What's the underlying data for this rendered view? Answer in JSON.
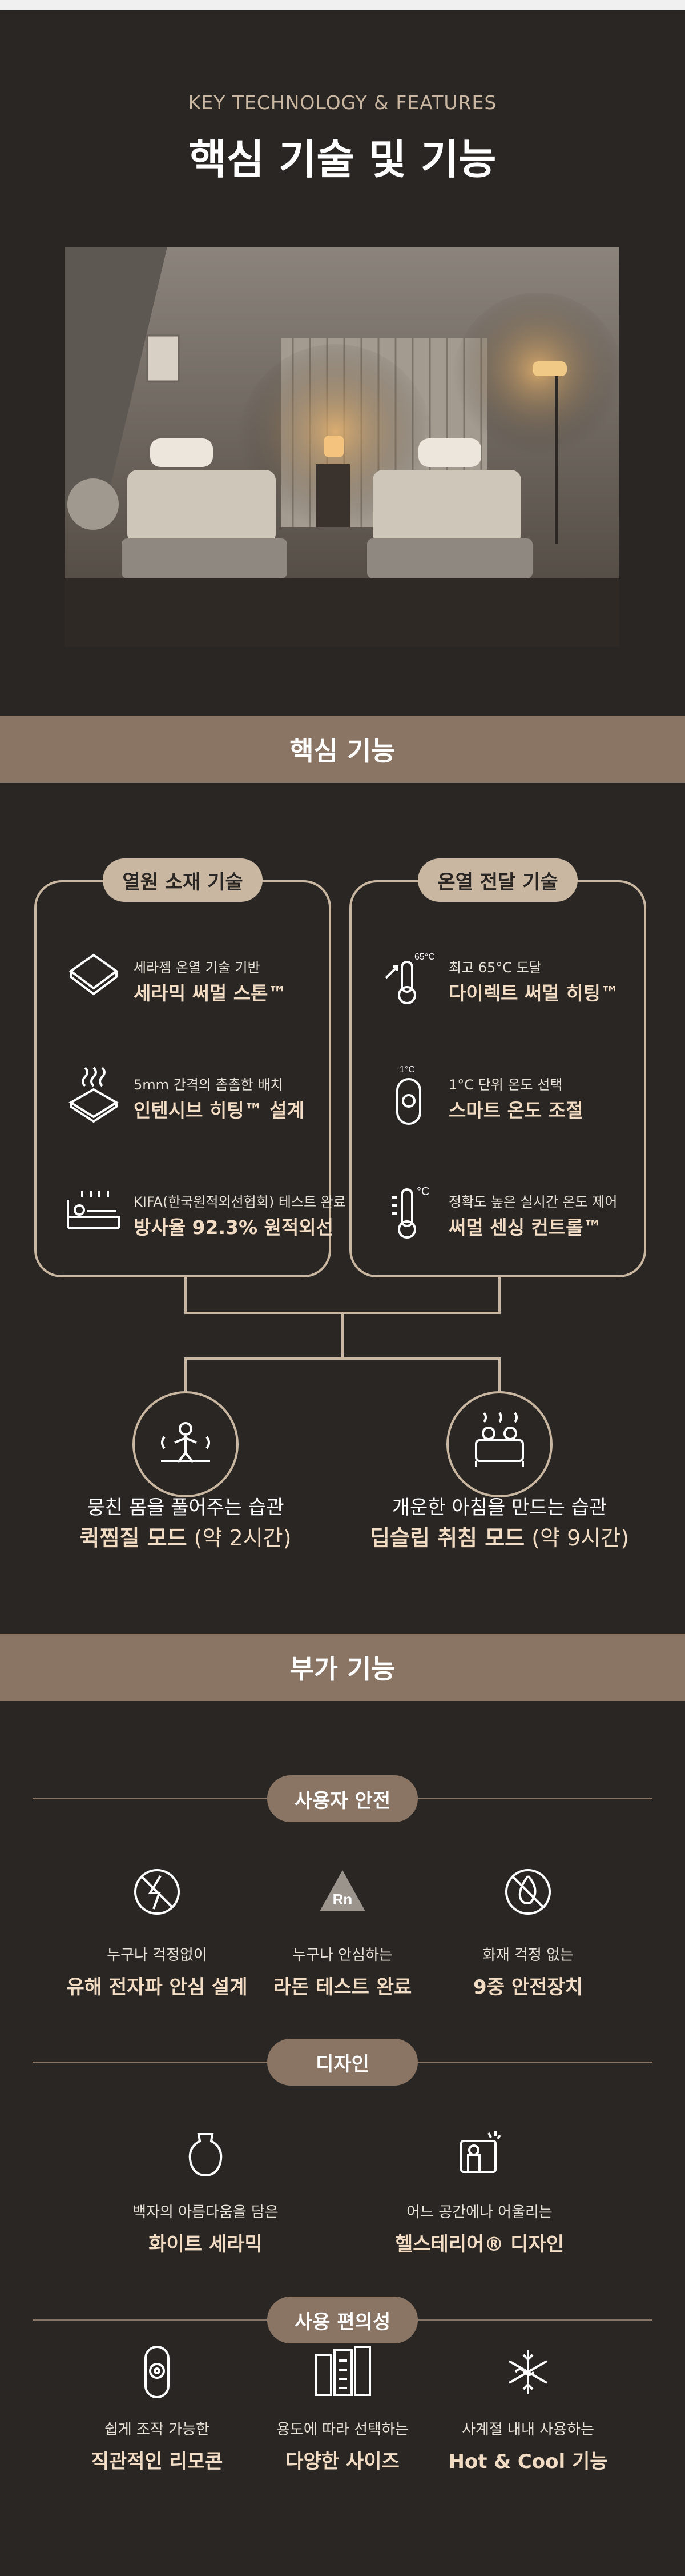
{
  "header": {
    "eyebrow": "KEY TECHNOLOGY & FEATURES",
    "title": "핵심 기술 및 기능"
  },
  "core_section": {
    "title": "핵심 기능",
    "left_box": {
      "label": "열원 소재 기술",
      "items": [
        {
          "icon": "ceramic-stone-icon",
          "small": "세라젬 온열 기술 기반",
          "big": "세라믹 써멀 스톤™"
        },
        {
          "icon": "intensive-heating-icon",
          "small": "5mm 간격의 촘촘한 배치",
          "big": "인텐시브 히팅™ 설계"
        },
        {
          "icon": "far-infrared-bed-icon",
          "small": "KIFA(한국원적외선협회) 테스트 완료",
          "big": "방사율 92.3% 원적외선"
        }
      ]
    },
    "right_box": {
      "label": "온열 전달 기술",
      "items": [
        {
          "icon": "thermometer-65-icon",
          "icon_text": "65°C",
          "small": "최고 65°C 도달",
          "big": "다이렉트 써멀 히팅™"
        },
        {
          "icon": "remote-1c-icon",
          "icon_text": "1°C",
          "small": "1°C 단위 온도 선택",
          "big": "스마트 온도 조절"
        },
        {
          "icon": "thermal-sensor-icon",
          "icon_text": "°C",
          "small": "정확도 높은 실시간 온도 제어",
          "big": "써멀 센싱 컨트롤™"
        }
      ]
    },
    "modes": [
      {
        "icon": "quick-sauna-icon",
        "small": "뭉친 몸을 풀어주는 습관",
        "big": "퀵찜질 모드",
        "suffix": "(약 2시간)"
      },
      {
        "icon": "deep-sleep-icon",
        "small": "개운한 아침을 만드는 습관",
        "big": "딥슬립 취침 모드",
        "suffix": "(약 9시간)"
      }
    ]
  },
  "additional_section": {
    "title": "부가 기능",
    "groups": [
      {
        "label": "사용자 안전",
        "items": [
          {
            "icon": "no-emf-icon",
            "small": "누구나 걱정없이",
            "big": "유해 전자파 안심 설계"
          },
          {
            "icon": "radon-icon",
            "icon_text": "Rn",
            "small": "누구나 안심하는",
            "big": "라돈 테스트 완료"
          },
          {
            "icon": "no-fire-icon",
            "small": "화재 걱정 없는",
            "big": "9중 안전장치"
          }
        ]
      },
      {
        "label": "디자인",
        "items": [
          {
            "icon": "white-jar-icon",
            "small": "백자의 아름다움을 담은",
            "big": "화이트 세라믹"
          },
          {
            "icon": "hellenic-design-icon",
            "small": "어느 공간에나 어울리는",
            "big": "헬스테리어® 디자인"
          }
        ]
      },
      {
        "label": "사용 편의성",
        "items": [
          {
            "icon": "remote-control-icon",
            "small": "쉽게 조작 가능한",
            "big": "직관적인 리모콘"
          },
          {
            "icon": "size-options-icon",
            "small": "용도에 따라 선택하는",
            "big": "다양한 사이즈"
          },
          {
            "icon": "hot-cool-icon",
            "small": "사계절 내내 사용하는",
            "big": "Hot & Cool 기능"
          }
        ]
      }
    ]
  },
  "colors": {
    "background": "#2a2623",
    "accent": "#8a7564",
    "beige": "#c9b7a2",
    "highlight": "#f2dcc4"
  }
}
